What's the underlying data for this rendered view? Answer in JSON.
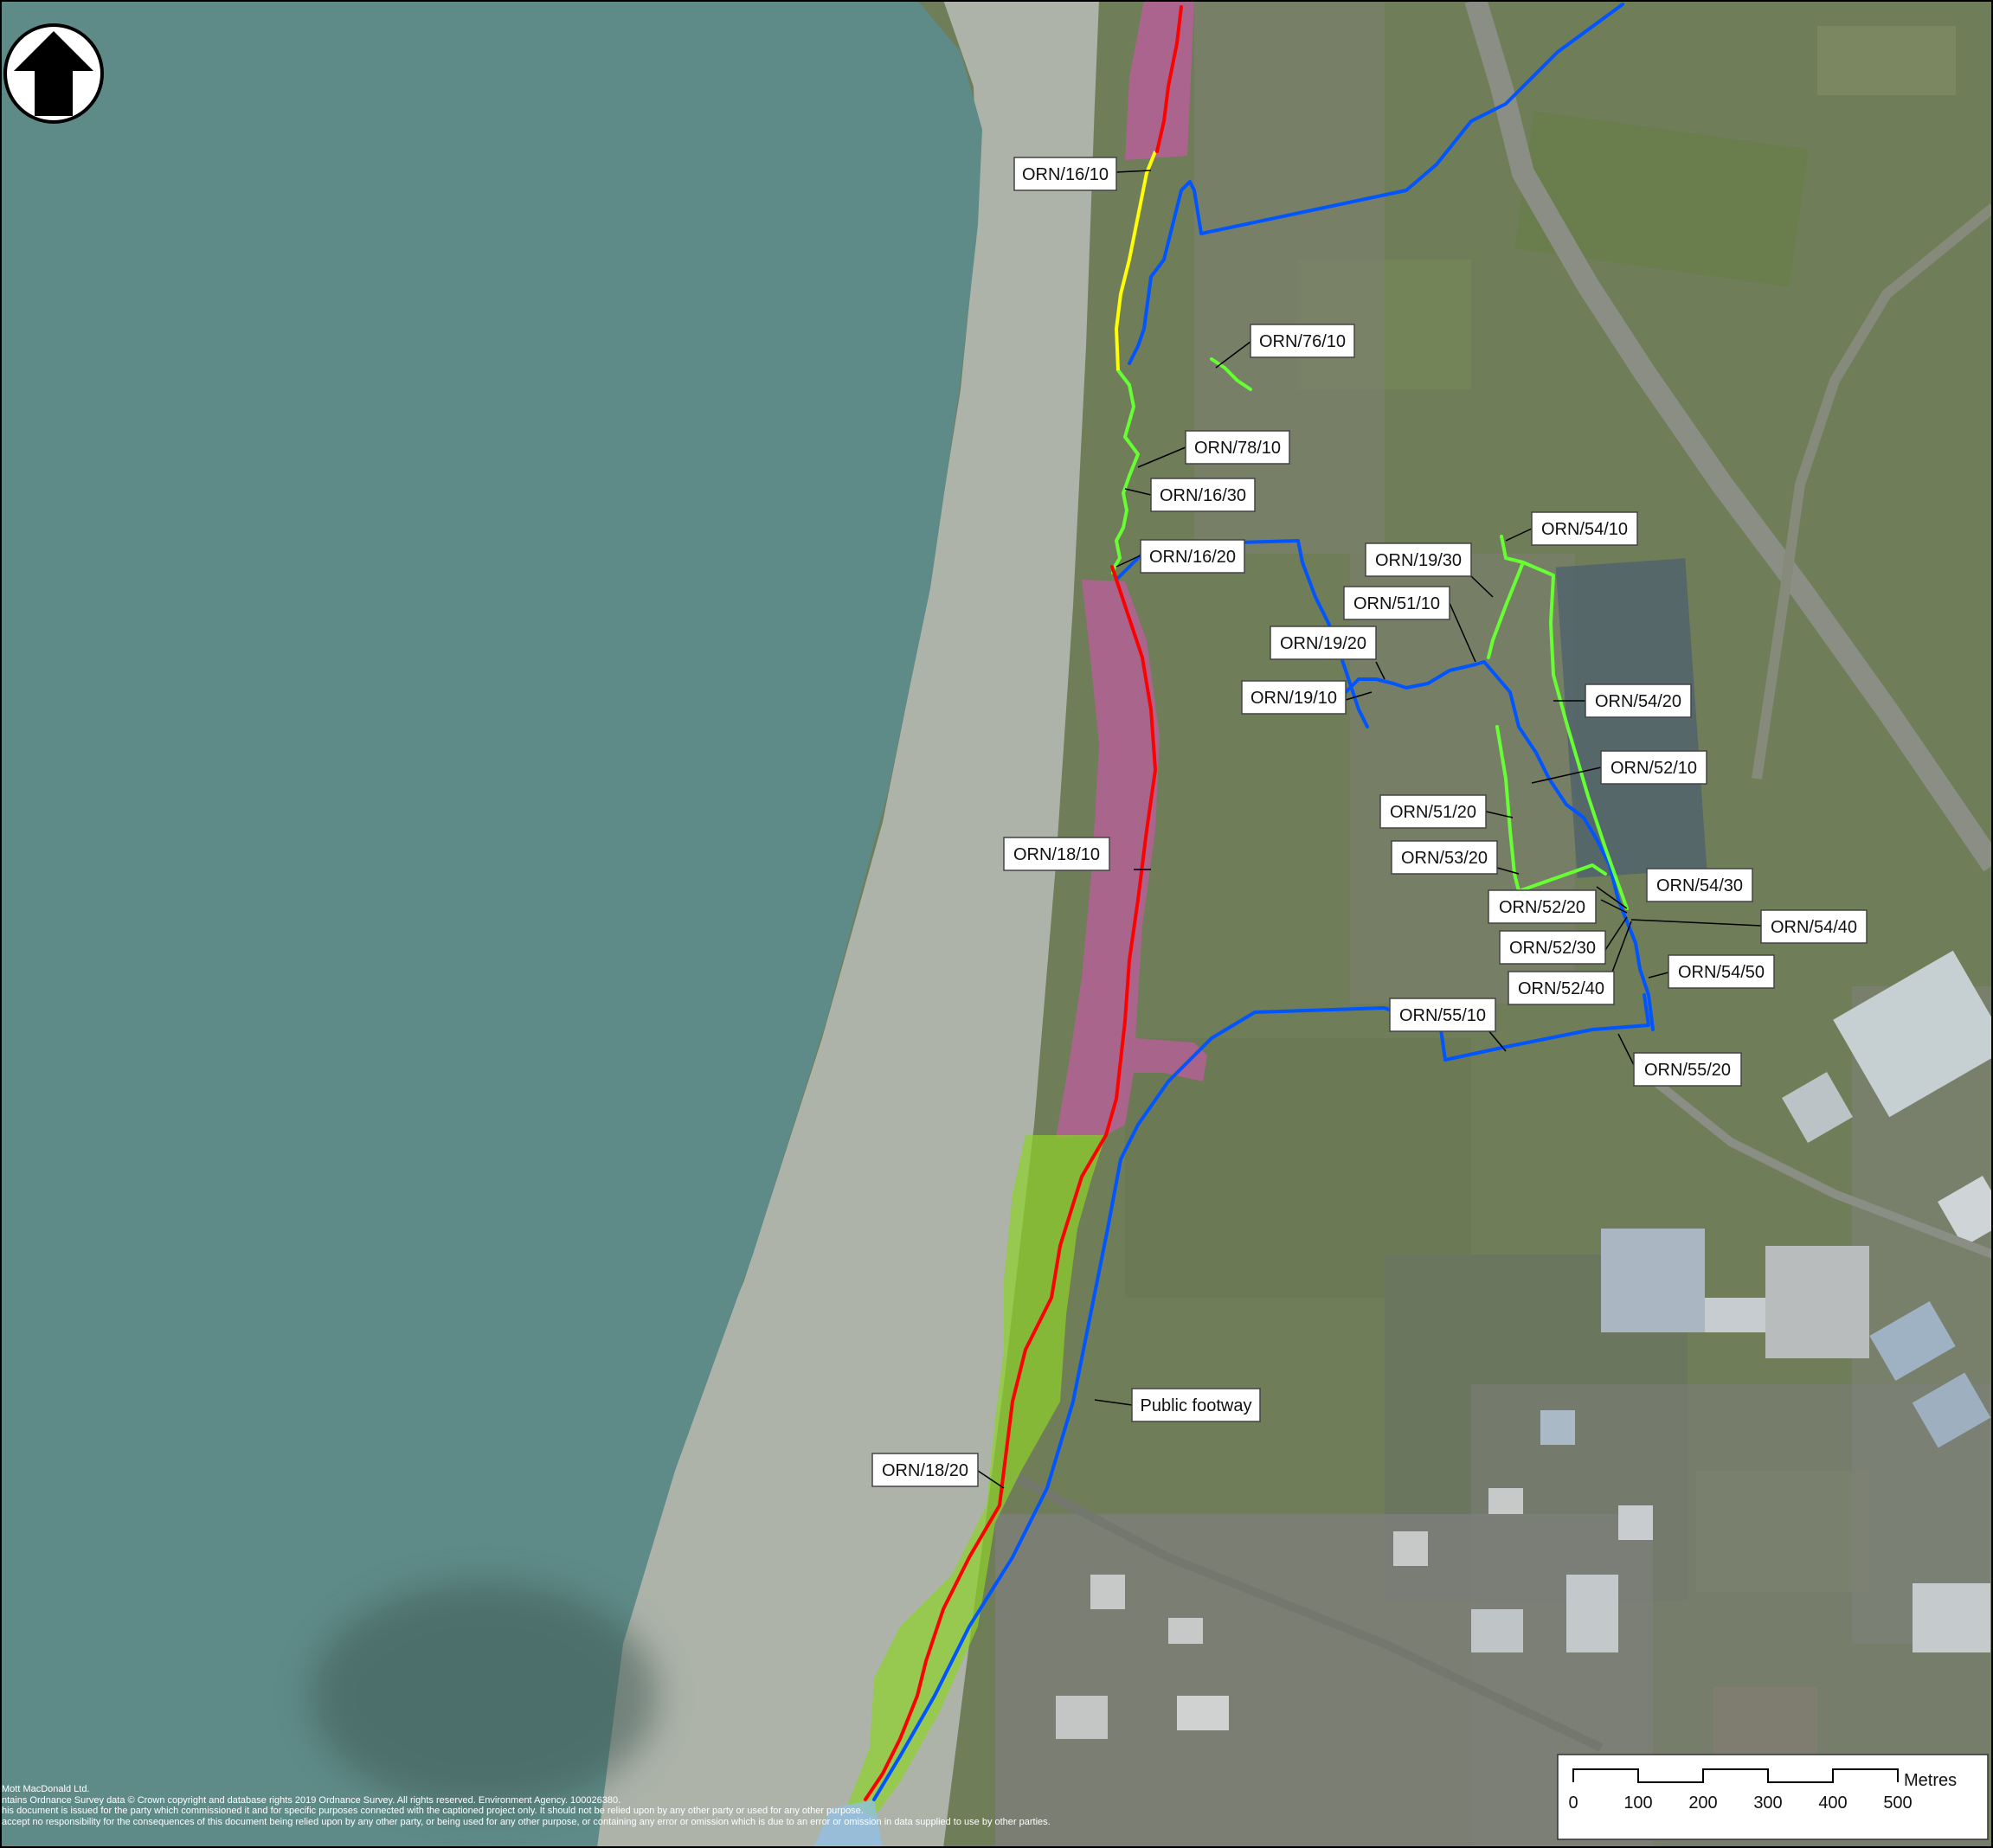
{
  "labels": {
    "orn_16_10": "ORN/16/10",
    "orn_76_10": "ORN/76/10",
    "orn_78_10": "ORN/78/10",
    "orn_16_30": "ORN/16/30",
    "orn_16_20": "ORN/16/20",
    "orn_54_10": "ORN/54/10",
    "orn_19_30": "ORN/19/30",
    "orn_51_10": "ORN/51/10",
    "orn_19_20": "ORN/19/20",
    "orn_19_10": "ORN/19/10",
    "orn_54_20": "ORN/54/20",
    "orn_52_10": "ORN/52/10",
    "orn_51_20": "ORN/51/20",
    "orn_53_20": "ORN/53/20",
    "orn_18_10": "ORN/18/10",
    "orn_54_30": "ORN/54/30",
    "orn_52_20": "ORN/52/20",
    "orn_54_40": "ORN/54/40",
    "orn_52_30": "ORN/52/30",
    "orn_52_40": "ORN/52/40",
    "orn_54_50": "ORN/54/50",
    "orn_55_10": "ORN/55/10",
    "orn_55_20": "ORN/55/20",
    "public_footway": "Public footway",
    "orn_18_20": "ORN/18/20"
  },
  "scale_bar": {
    "unit": "Metres",
    "ticks": [
      "0",
      "100",
      "200",
      "300",
      "400",
      "500"
    ]
  },
  "credits": [
    "Mott MacDonald Ltd.",
    "ntains Ordnance Survey data © Crown copyright and database rights 2019 Ordnance Survey. All rights reserved. Environment Agency. 100026380.",
    "his document is issued for the party which commissioned it and for specific purposes connected with the captioned project only. It should not be relied upon by any other party or used for any other purpose.",
    "accept no responsibility for the consequences of this document being relied upon by any other party, or being used for any other purpose, or containing any error or omission which is due to an error or omission in data supplied to use by other parties."
  ],
  "icons": {
    "north_arrow": "north-arrow-icon"
  },
  "colors": {
    "sea": "#5e8a87",
    "sand": "#b4b9b2",
    "land": "#6f7d58",
    "route_red": "#ff0000",
    "route_yellow": "#ffff00",
    "route_green": "#66ff33",
    "route_blue": "#0055ff",
    "zone_pink": "#c55aa5",
    "zone_green": "#8fd12a",
    "zone_lightblue": "#8fc0e8"
  }
}
